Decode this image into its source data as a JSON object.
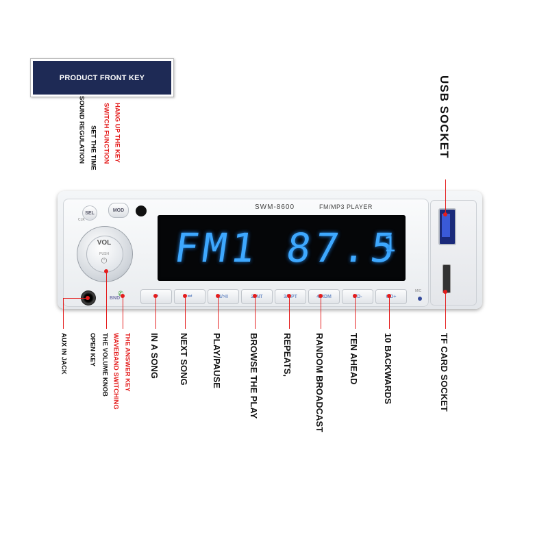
{
  "title": "PRODUCT FRONT KEY",
  "device": {
    "model": "SWM-8600",
    "player_label": "FM/MP3 PLAYER",
    "display_main": "FM1 87.5",
    "display_channel": "1",
    "knob_label": "VOL",
    "knob_push": "PUSH",
    "sel_button": "SEL",
    "mod_button": "MOD",
    "clk_label": "CLK",
    "bnd_label": "BND",
    "mic_label": "MIC",
    "keys": [
      "⏮",
      "⏭",
      "1/>II",
      "2/INT",
      "3/RPT",
      "4/RDM",
      "5/D-",
      "6/D+"
    ]
  },
  "labels": {
    "sound_regulation": "SOUND REGULATION",
    "set_the_time": "SET THE TIME",
    "switch_function": "SWITCH FUNCTION",
    "hang_up": "HANG UP THE KEY",
    "usb_socket": "USB SOCKET",
    "aux_in": "AUX IN JACK",
    "open_key": "OPEN KEY",
    "volume_knob": "THE VOLUME KNOB",
    "waveband": "WAVEBAND SWITCHING",
    "answer_key": "THE ANSWER KEY",
    "in_a_song": "IN A SONG",
    "next_song": "NEXT SONG",
    "play_pause": "PLAY/PAUSE",
    "browse": "BROWSE THE PLAY",
    "repeats": "REPEATS,",
    "random": "RANDOM BROADCAST",
    "ten_ahead": "TEN AHEAD",
    "ten_back": "10 BACKWARDS",
    "tf_socket": "TF CARD SOCKET"
  },
  "colors": {
    "accent": "#e41c1c",
    "title_bg": "#1e2a55",
    "lcd": "#3ea8ff"
  }
}
